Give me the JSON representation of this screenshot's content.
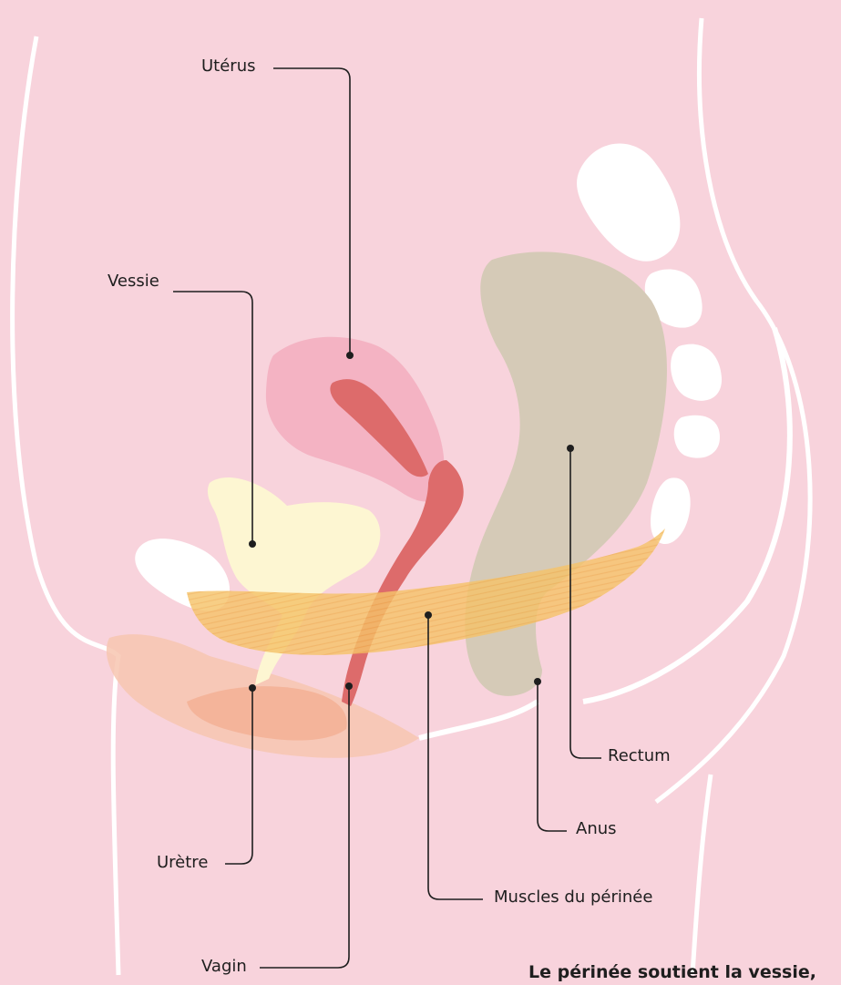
{
  "labels": {
    "uterus": "Utérus",
    "bladder": "Vessie",
    "rectum": "Rectum",
    "anus": "Anus",
    "urethra": "Urètre",
    "perineum_muscles": "Muscles du périnée",
    "vagina": "Vagin"
  },
  "caption": "Le périnée soutient la vessie,",
  "colors": {
    "background": "#f8d3dc",
    "uterus": "#f4b3c3",
    "uterus_cavity": "#dd6b6b",
    "vagina": "#dd6b6b",
    "bladder": "#fdf6d2",
    "rectum": "#d5cab7",
    "muscles": "#f5c36a",
    "vulva": "#f4b49a",
    "bone": "#ffffff",
    "leader_line": "#1e1e1e"
  }
}
